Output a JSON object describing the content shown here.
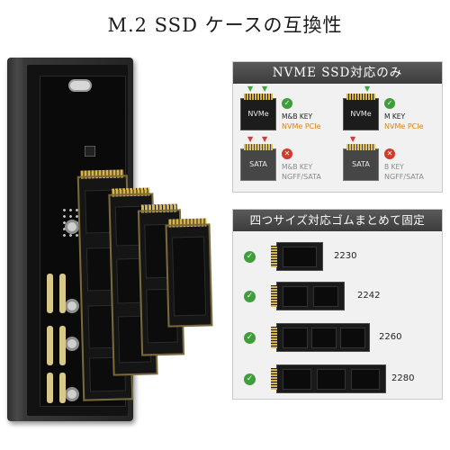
{
  "title": "M.2 SSD ケースの互換性",
  "nvme_panel": {
    "header": "NVME SSD対応のみ",
    "items": [
      {
        "card_label": "NVMe",
        "key": "M&B KEY",
        "protocol": "NVMe PCIe",
        "supported": true,
        "status_icon": "check-icon"
      },
      {
        "card_label": "NVMe",
        "key": "M KEY",
        "protocol": "NVMe PCIe",
        "supported": true,
        "status_icon": "check-icon"
      },
      {
        "card_label": "SATA",
        "key": "M&B KEY",
        "protocol": "NGFF/SATA",
        "supported": false,
        "status_icon": "cross-icon"
      },
      {
        "card_label": "SATA",
        "key": "B KEY",
        "protocol": "NGFF/SATA",
        "supported": false,
        "status_icon": "cross-icon"
      }
    ]
  },
  "size_panel": {
    "header": "四つサイズ対応ゴムまとめて固定",
    "sizes": [
      {
        "label": "2230",
        "status_icon": "check-icon"
      },
      {
        "label": "2242",
        "status_icon": "check-icon"
      },
      {
        "label": "2260",
        "status_icon": "check-icon"
      },
      {
        "label": "2280",
        "status_icon": "check-icon"
      }
    ]
  },
  "colors": {
    "accent_orange": "#e2830f",
    "check_green": "#3f9d3a",
    "cross_red": "#d23a2a",
    "header_dark": "#3c3c3c",
    "arrow_green": "#3fa33f",
    "arrow_red": "#d03b3b"
  }
}
